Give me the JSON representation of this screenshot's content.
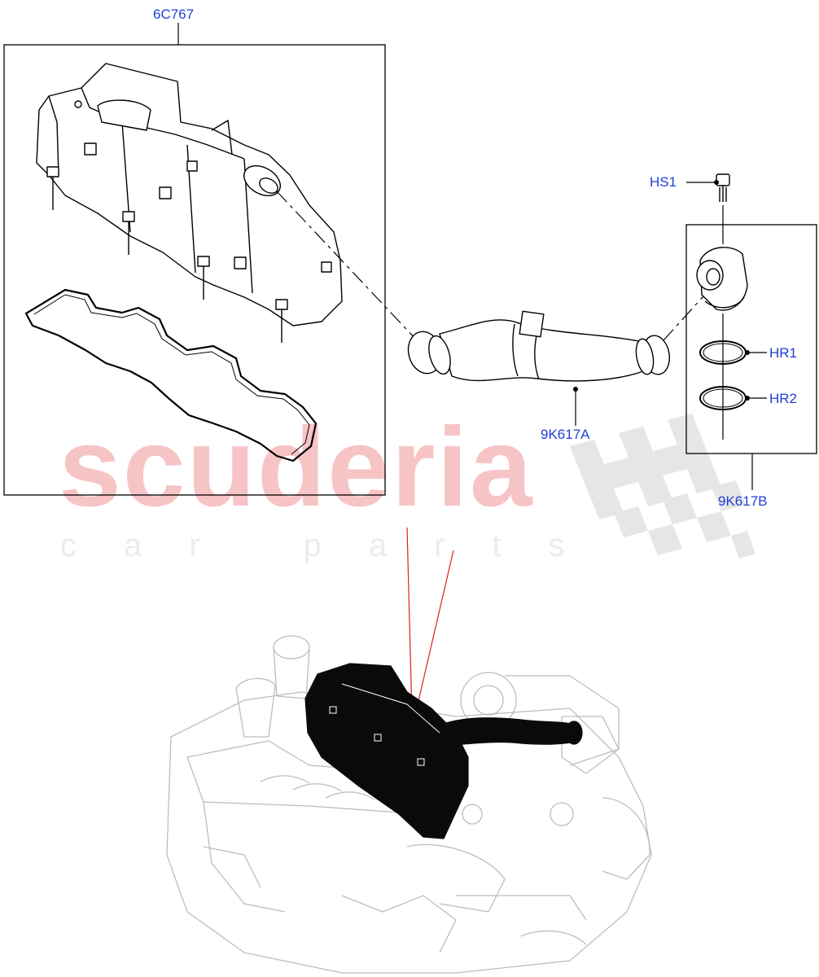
{
  "callouts": {
    "cam_cover": "6C767",
    "bolt": "HS1",
    "ring_upper": "HR1",
    "ring_lower": "HR2",
    "hose": "9K617A",
    "hose_kit": "9K617B"
  },
  "watermark": {
    "brand": "scuderia",
    "tagline": "car parts"
  },
  "colors": {
    "callout_text": "#1f3fd6",
    "leader_red": "#e02020",
    "watermark_brand": "#f7c4c6",
    "highlight_fill": "#0a0a0a"
  }
}
